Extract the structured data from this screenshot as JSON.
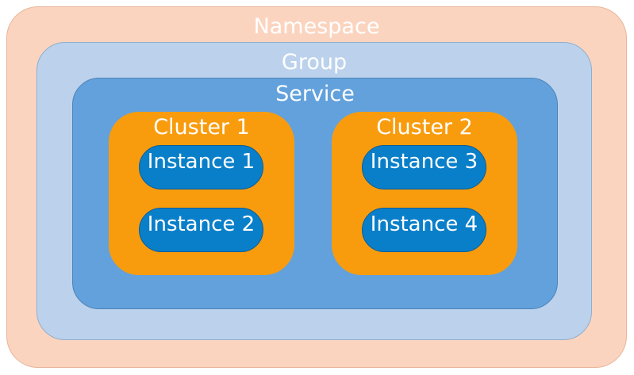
{
  "colors": {
    "namespace_fill": "#fbd4bf",
    "group_fill": "#bcd2ec",
    "service_fill": "#62a1dc",
    "cluster_fill": "#f89c0e",
    "instance_fill": "#0a7fc9",
    "text": "#ffffff"
  },
  "namespace": {
    "label": "Namespace",
    "group": {
      "label": "Group",
      "service": {
        "label": "Service",
        "clusters": [
          {
            "label": "Cluster 1",
            "instances": [
              "Instance 1",
              "Instance 2"
            ]
          },
          {
            "label": "Cluster 2",
            "instances": [
              "Instance 3",
              "Instance 4"
            ]
          }
        ]
      }
    }
  }
}
